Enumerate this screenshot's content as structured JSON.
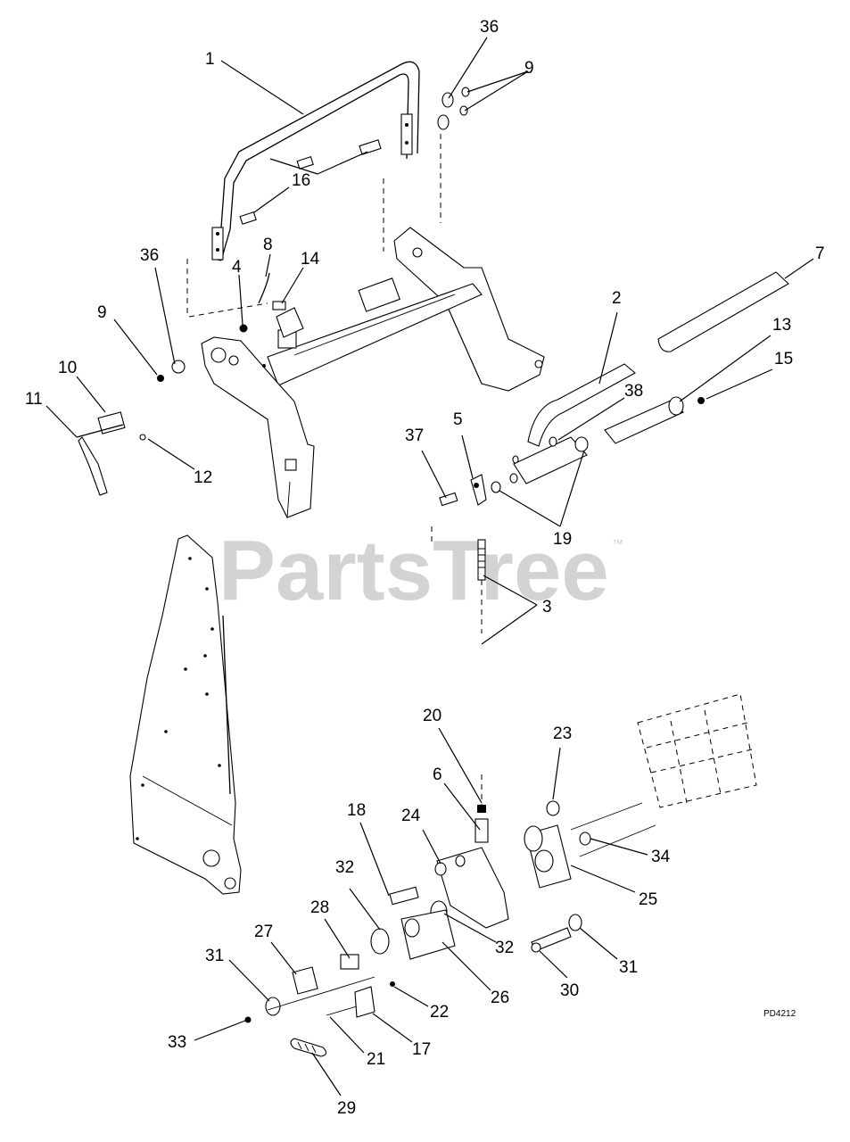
{
  "watermark": {
    "text": "PartsTree",
    "trademark": "™"
  },
  "drawing_code": "PD4212",
  "callouts": {
    "c1": "1",
    "c2": "2",
    "c3": "3",
    "c4": "4",
    "c5": "5",
    "c6": "6",
    "c7": "7",
    "c8": "8",
    "c9a": "9",
    "c9b": "9",
    "c10": "10",
    "c11": "11",
    "c12": "12",
    "c13": "13",
    "c14": "14",
    "c15": "15",
    "c16": "16",
    "c17": "17",
    "c18": "18",
    "c19": "19",
    "c20": "20",
    "c21": "21",
    "c22": "22",
    "c23": "23",
    "c24": "24",
    "c25": "25",
    "c26": "26",
    "c27": "27",
    "c28": "28",
    "c29": "29",
    "c30": "30",
    "c31a": "31",
    "c31b": "31",
    "c32a": "32",
    "c32b": "32",
    "c33": "33",
    "c34": "34",
    "c36a": "36",
    "c36b": "36",
    "c37": "37",
    "c38": "38"
  }
}
